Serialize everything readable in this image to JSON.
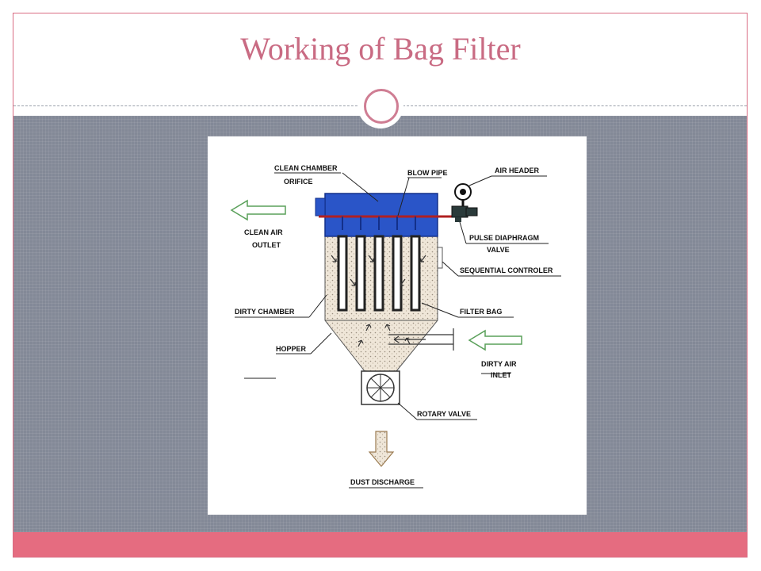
{
  "slide": {
    "title": "Working of Bag Filter"
  },
  "diagram": {
    "labels": {
      "clean_chamber": "CLEAN CHAMBER",
      "orifice": "ORIFICE",
      "blow_pipe": "BLOW PIPE",
      "air_header": "AIR HEADER",
      "clean_air": "CLEAN AIR",
      "outlet": "OUTLET",
      "pulse_diaphragm": "PULSE DIAPHRAGM",
      "valve": "VALVE",
      "sequential_controler": "SEQUENTIAL CONTROLER",
      "dirty_chamber": "DIRTY CHAMBER",
      "filter_bag": "FILTER BAG",
      "hopper": "HOPPER",
      "dirty_air": "DIRTY AIR",
      "inlet": "INLET",
      "rotary_valve": "ROTARY VALVE",
      "dust_discharge": "DUST DISCHARGE"
    },
    "colors": {
      "clean_chamber": "#2a55c8",
      "blow_pipe": "#b02020",
      "dust_fill": "#efe6d8",
      "arrow_outline": "#5aa05a",
      "dust_arrow": "#c8a060"
    }
  }
}
